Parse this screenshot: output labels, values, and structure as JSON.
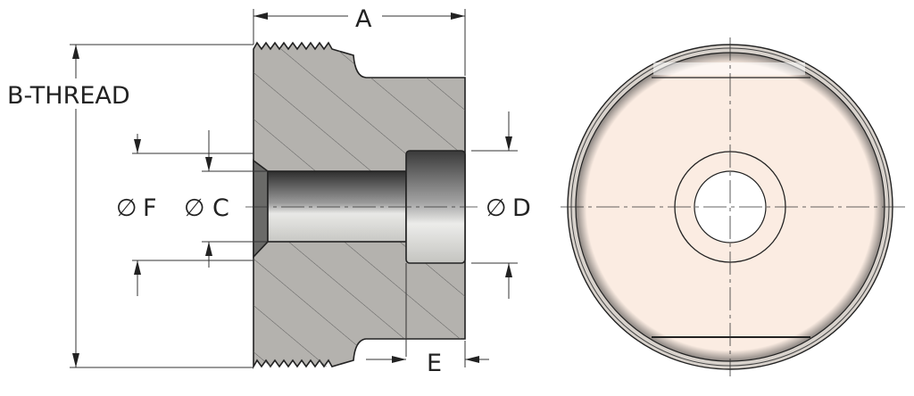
{
  "drawing": {
    "labels": {
      "a": "A",
      "b_thread": "B-THREAD",
      "c": "C",
      "d": "D",
      "e": "E",
      "f": "F",
      "diameter_symbol": "∅"
    },
    "colors": {
      "section_fill": "#b4b2ae",
      "end_view_fill": "#fbece2",
      "line": "#222222"
    }
  }
}
